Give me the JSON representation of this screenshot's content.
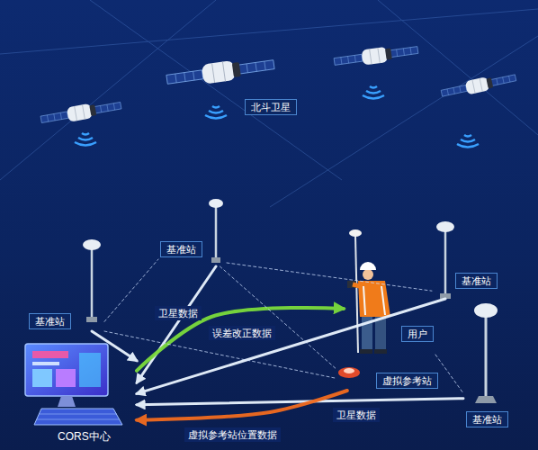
{
  "diagram": {
    "nodes": [
      {
        "text": [
          "北斗卫星"
        ]
      },
      {
        "text": [
          "基准站"
        ]
      },
      {
        "text": [
          "基准站"
        ]
      },
      {
        "text": [
          "基准站"
        ]
      },
      {
        "text": [
          "用户"
        ]
      },
      {
        "text": [
          "虚拟参考站"
        ]
      },
      {
        "text": [
          "基准站"
        ]
      },
      {
        "text": [
          "CORS中心"
        ]
      }
    ],
    "edges": [
      {
        "from": 3,
        "to": 7,
        "arrow": "to"
      },
      {
        "from": 1,
        "to": 7,
        "label": "卫星数据",
        "arrow": "to"
      },
      {
        "from": 7,
        "to": 4,
        "label": "误差改正数据",
        "arrow": "to"
      },
      {
        "from": 2,
        "to": 7,
        "arrow": "to"
      },
      {
        "from": 6,
        "to": 7,
        "label": "卫星数据",
        "arrow": "to"
      },
      {
        "from": 5,
        "to": 7,
        "label": "虚拟参考站位置数据",
        "arrow": "to"
      },
      {
        "from": 3,
        "to": 1,
        "arrow": "none"
      },
      {
        "from": 1,
        "to": 2,
        "arrow": "none"
      },
      {
        "from": 1,
        "to": 5,
        "arrow": "none"
      },
      {
        "from": 3,
        "to": 5,
        "arrow": "none"
      },
      {
        "from": 4,
        "to": 6,
        "arrow": "none"
      }
    ]
  }
}
